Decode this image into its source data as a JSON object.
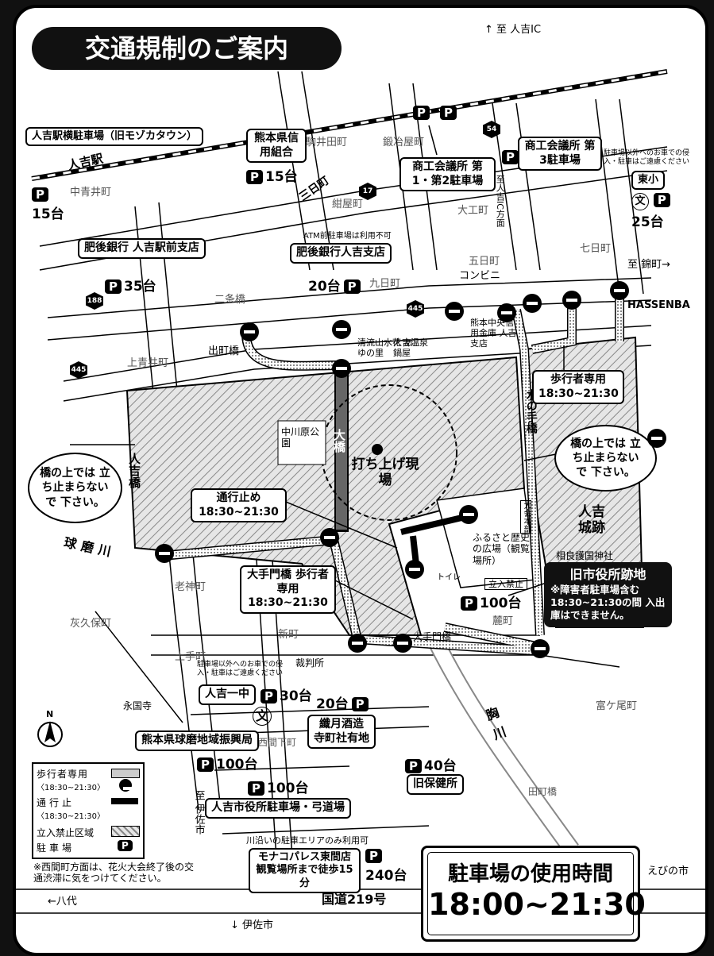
{
  "title": "交通規制のご案内",
  "direction_labels": {
    "north_ic": "↑ 至 人吉IC",
    "kinmachi": "至 錦町→",
    "yatsushiro": "←八代",
    "isa_down": "↓ 伊佐市",
    "isa_side": "至 伊佐市",
    "ebino": "えびの市",
    "ic_side": "至人吉IC方面",
    "north_mark": "N"
  },
  "parking": [
    {
      "name": "人吉駅横駐車場（旧モゾカタウン）",
      "count": "15台",
      "p": "P"
    },
    {
      "name": "熊本県信用組合",
      "count": "15台",
      "p": "P"
    },
    {
      "name": "商工会議所 第1・第2駐車場",
      "p": "P"
    },
    {
      "name": "商工会議所 第3駐車場",
      "p": "P"
    },
    {
      "name": "肥後銀行 人吉駅前支店",
      "count": "35台",
      "p": "P"
    },
    {
      "name": "肥後銀行人吉支店",
      "note": "ATM前駐車場は利用不可",
      "count": "20台",
      "p": "P"
    },
    {
      "name": "東小",
      "note": "駐車場以外へのお車での侵入・駐車はご遠慮ください",
      "count": "25台",
      "p": "P"
    },
    {
      "name": "人吉一中",
      "note": "駐車場以外へのお車での侵入・駐車はご遠慮ください",
      "count": "30台",
      "p": "P"
    },
    {
      "name": "纖月酒造 寺町社有地",
      "count": "20台",
      "p": "P"
    },
    {
      "name": "熊本県球磨地域振興局",
      "count": "100台",
      "p": "P"
    },
    {
      "name": "人吉市役所駐車場・弓道場",
      "count": "100台",
      "p": "P"
    },
    {
      "name": "旧保健所",
      "count": "40台",
      "p": "P"
    },
    {
      "name": "モナコパレス東間店 観覧場所まで徒歩15分",
      "note": "川沿いの駐車エリアのみ利用可",
      "count": "240台",
      "p": "P"
    },
    {
      "name": "旧市役所跡地",
      "note": "※障害者駐車場含む 18:30~21:30の間 入出庫はできません。",
      "count": "100台",
      "p": "P"
    }
  ],
  "places": [
    "人吉駅",
    "駒井田町",
    "鍛冶屋町",
    "中青井町",
    "紺屋町",
    "大工町",
    "五日町",
    "七日町",
    "コンビニ",
    "九日町",
    "二条橋",
    "出町橋",
    "上青井町",
    "清流山水花 あゆの里",
    "人吉温泉 鍋屋",
    "熊本中央信用金庫 人吉支店",
    "HASSENBA",
    "中川原公園",
    "大橋",
    "打ち上げ現場",
    "人吉橋",
    "球磨川",
    "水の手橋",
    "人吉城跡",
    "相良護国神社",
    "ふるさと歴史の広場（観覧場所）",
    "大会本部",
    "トイレ",
    "立入禁止",
    "老神町",
    "灰久保町",
    "新町",
    "大手門橋",
    "麓町",
    "土手町",
    "裁判所",
    "永国寺",
    "西間下町",
    "富ケ尾町",
    "胸川",
    "田町橋",
    "国道219号",
    "三日町"
  ],
  "shields": [
    "54",
    "17",
    "188",
    "445",
    "445"
  ],
  "callouts": {
    "pedestrian_top": "歩行者専用 18:30~21:30",
    "bridge_right": "橋の上では 立ち止まらないで 下さい。",
    "bridge_left": "橋の上では 立ち止まらないで 下さい。",
    "closed": "通行止め 18:30~21:30",
    "otemon": "大手門橋 歩行者専用 18:30~21:30"
  },
  "legend": {
    "items": [
      {
        "label": "歩行者専用",
        "sub": "〈18:30~21:30〉"
      },
      {
        "label": "通行止",
        "sub": "〈18:30~21:30〉"
      },
      {
        "label": "立入禁止区域"
      },
      {
        "label": "駐車場",
        "p": "P"
      }
    ],
    "footnote": "※西間町方面は、花火大会終了後の交通渋滞に気をつけてください。"
  },
  "hours": {
    "title": "駐車場の使用時間",
    "time": "18:00~21:30"
  },
  "colors": {
    "restricted_hatch": "#d9d9d9",
    "closure": "#000000",
    "pedestrian": "#bfbfbf",
    "bridge": "#555555"
  }
}
